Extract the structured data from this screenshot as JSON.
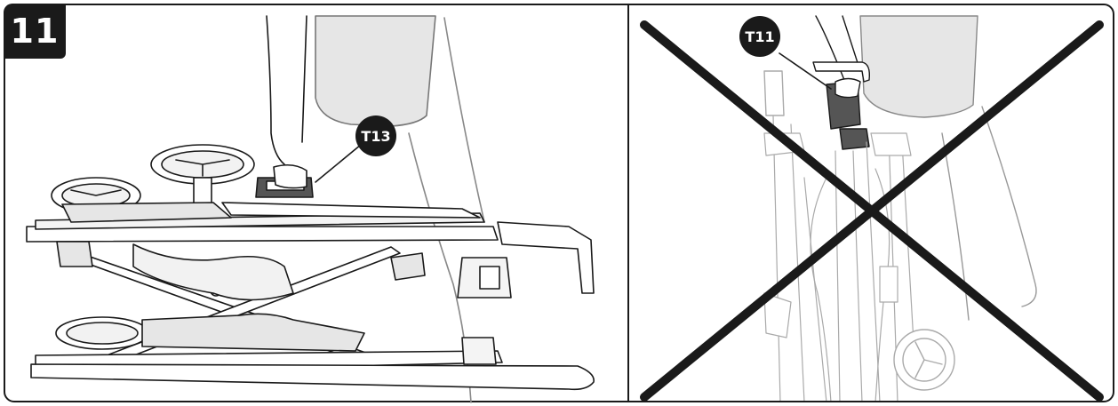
{
  "step_number": "11",
  "callouts": {
    "left": "T13",
    "right": "T11"
  },
  "colors": {
    "ink": "#1a1a1a",
    "shade": "#e6e6e6",
    "dark_part": "#555555",
    "background": "#ffffff"
  },
  "icons": {
    "right_panel_overlay": "prohibited-cross-icon"
  }
}
